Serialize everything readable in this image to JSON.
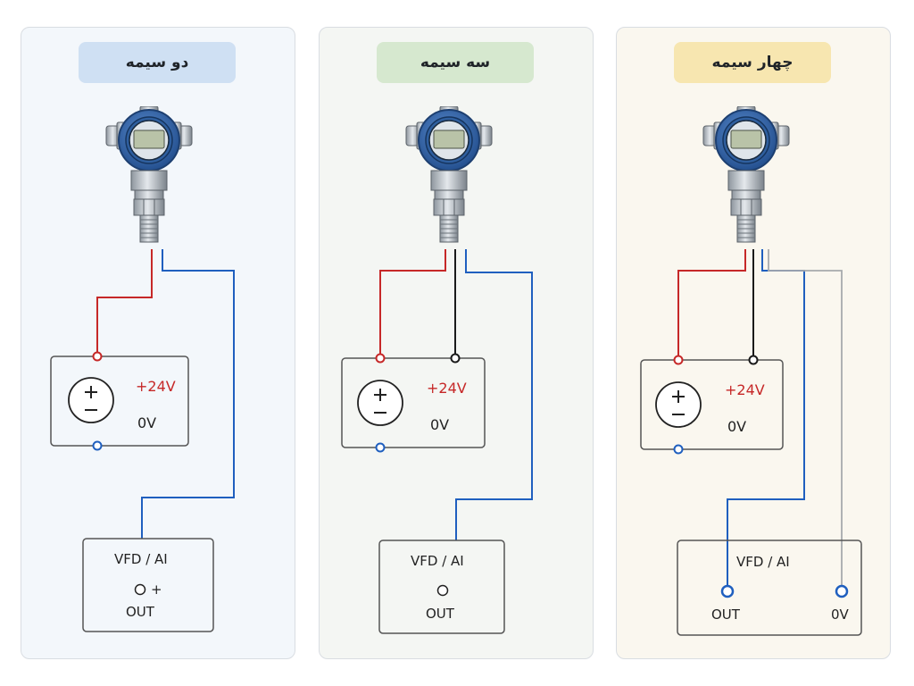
{
  "panels": [
    {
      "title": "دو سیمه",
      "title_bg": "#cfe0f3",
      "power": {
        "positive_label": "+24V",
        "negative_label": "0V"
      },
      "controller": {
        "label": "VFD / AI",
        "terminal_sign": "+",
        "out_label": "OUT"
      }
    },
    {
      "title": "سه سیمه",
      "title_bg": "#d6e8cf",
      "power": {
        "positive_label": "+24V",
        "negative_label": "0V"
      },
      "controller": {
        "label": "VFD / AI",
        "out_label": "OUT"
      }
    },
    {
      "title": "چهار سیمه",
      "title_bg": "#f7e6b0",
      "power": {
        "positive_label": "+24V",
        "negative_label": "0V"
      },
      "controller": {
        "label": "VFD / AI",
        "out_label": "OUT",
        "zero_label": "0V"
      }
    }
  ],
  "colors": {
    "wire_red": "#c62828",
    "wire_blue": "#1f5fbf",
    "wire_black": "#1a1a1a",
    "wire_gray": "#a7aaad",
    "transmitter_blue": "#3b6fb6"
  },
  "icons": [
    "pressure-transmitter-icon",
    "battery-plus-minus-icon",
    "terminal-circle-icon"
  ]
}
